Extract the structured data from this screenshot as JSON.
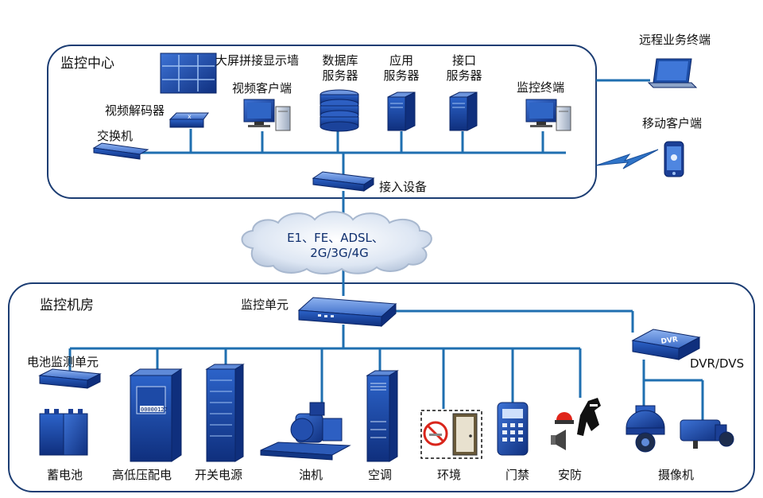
{
  "center": {
    "title": "监控中心",
    "video_wall": "大屏拼接显示墙",
    "decoder": "视频解码器",
    "video_client": "视频客户端",
    "switch": "交换机",
    "db_server_l1": "数据库",
    "db_server_l2": "服务器",
    "app_server_l1": "应用",
    "app_server_l2": "服务器",
    "iface_server_l1": "接口",
    "iface_server_l2": "服务器",
    "monitor_terminal": "监控终端",
    "access_device": "接入设备"
  },
  "remote": {
    "remote_terminal": "远程业务终端",
    "mobile_client": "移动客户端"
  },
  "network": {
    "line1": "E1、FE、ADSL、",
    "line2": "2G/3G/4G"
  },
  "room": {
    "title": "监控机房",
    "monitor_unit": "监控单元",
    "battery_unit": "电池监测单元",
    "dvr": "DVR/DVS",
    "dvr_badge": "DVR",
    "meter_readout": "00000127",
    "devices": {
      "battery": "蓄电池",
      "hv_lv": "高低压配电",
      "switch_power": "开关电源",
      "generator": "油机",
      "ac": "空调",
      "environment": "环境",
      "access_control": "门禁",
      "security": "安防",
      "camera": "摄像机"
    }
  },
  "colors": {
    "frame": "#1c3d73",
    "line": "#1f6fb0",
    "device_dark": "#12378c",
    "device_mid": "#2a5fc4",
    "bolt": "#2f74c8"
  }
}
